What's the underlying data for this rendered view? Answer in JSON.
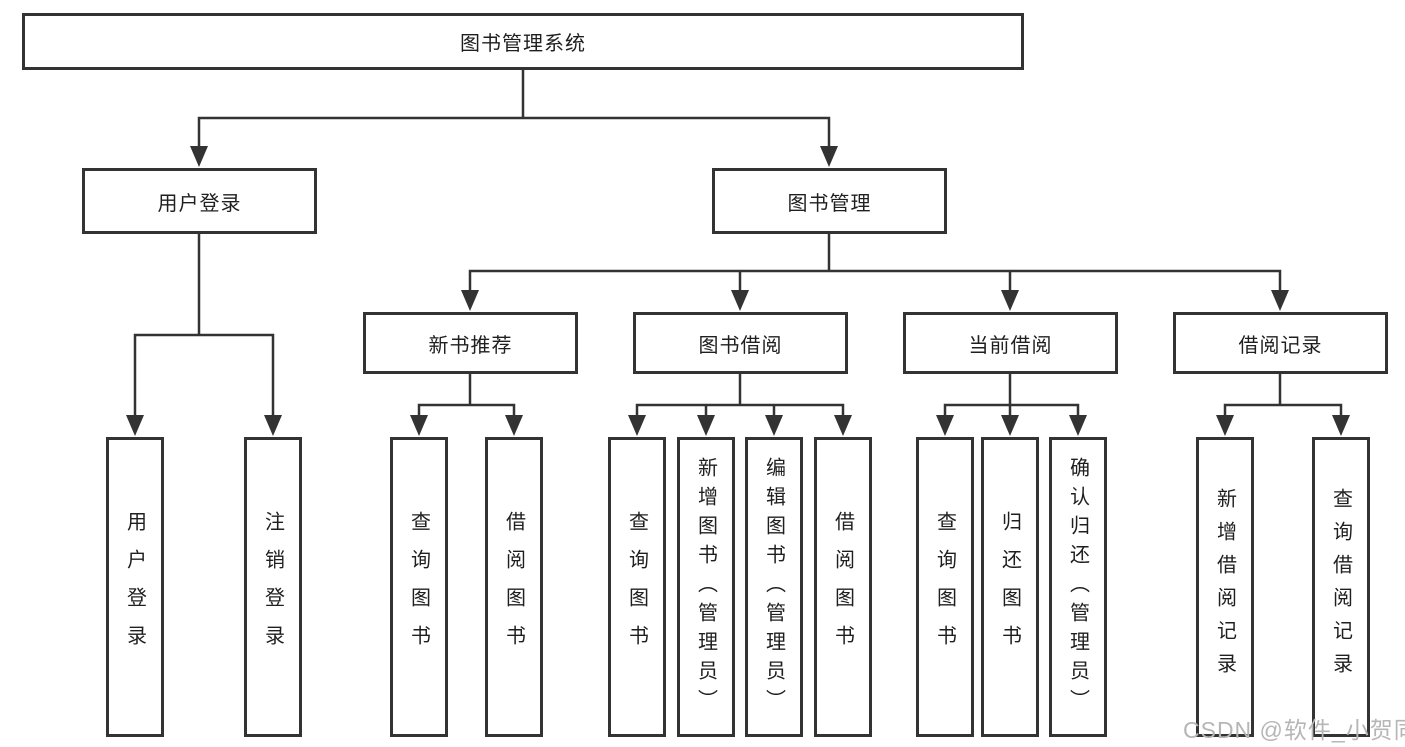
{
  "diagram": {
    "root": {
      "label": "图书管理系统"
    },
    "login": {
      "label": "用户登录",
      "children": [
        "用户登录",
        "注销登录"
      ]
    },
    "management": {
      "label": "图书管理",
      "categories": [
        {
          "label": "新书推荐",
          "children": [
            "查询图书",
            "借阅图书"
          ]
        },
        {
          "label": "图书借阅",
          "children": [
            "查询图书",
            "新增图书（管理员）",
            "编辑图书（管理员）",
            "借阅图书"
          ]
        },
        {
          "label": "当前借阅",
          "children": [
            "查询图书",
            "归还图书",
            "确认归还（管理员）"
          ]
        },
        {
          "label": "借阅记录",
          "children": [
            "新增借阅记录",
            "查询借阅记录"
          ]
        }
      ]
    }
  },
  "watermark": "CSDN @软件_小贺同学",
  "colors": {
    "line": "#333333",
    "box_border": "#333333",
    "text": "#1f1f1f",
    "watermark": "#b6b6b6",
    "background": "#ffffff"
  }
}
